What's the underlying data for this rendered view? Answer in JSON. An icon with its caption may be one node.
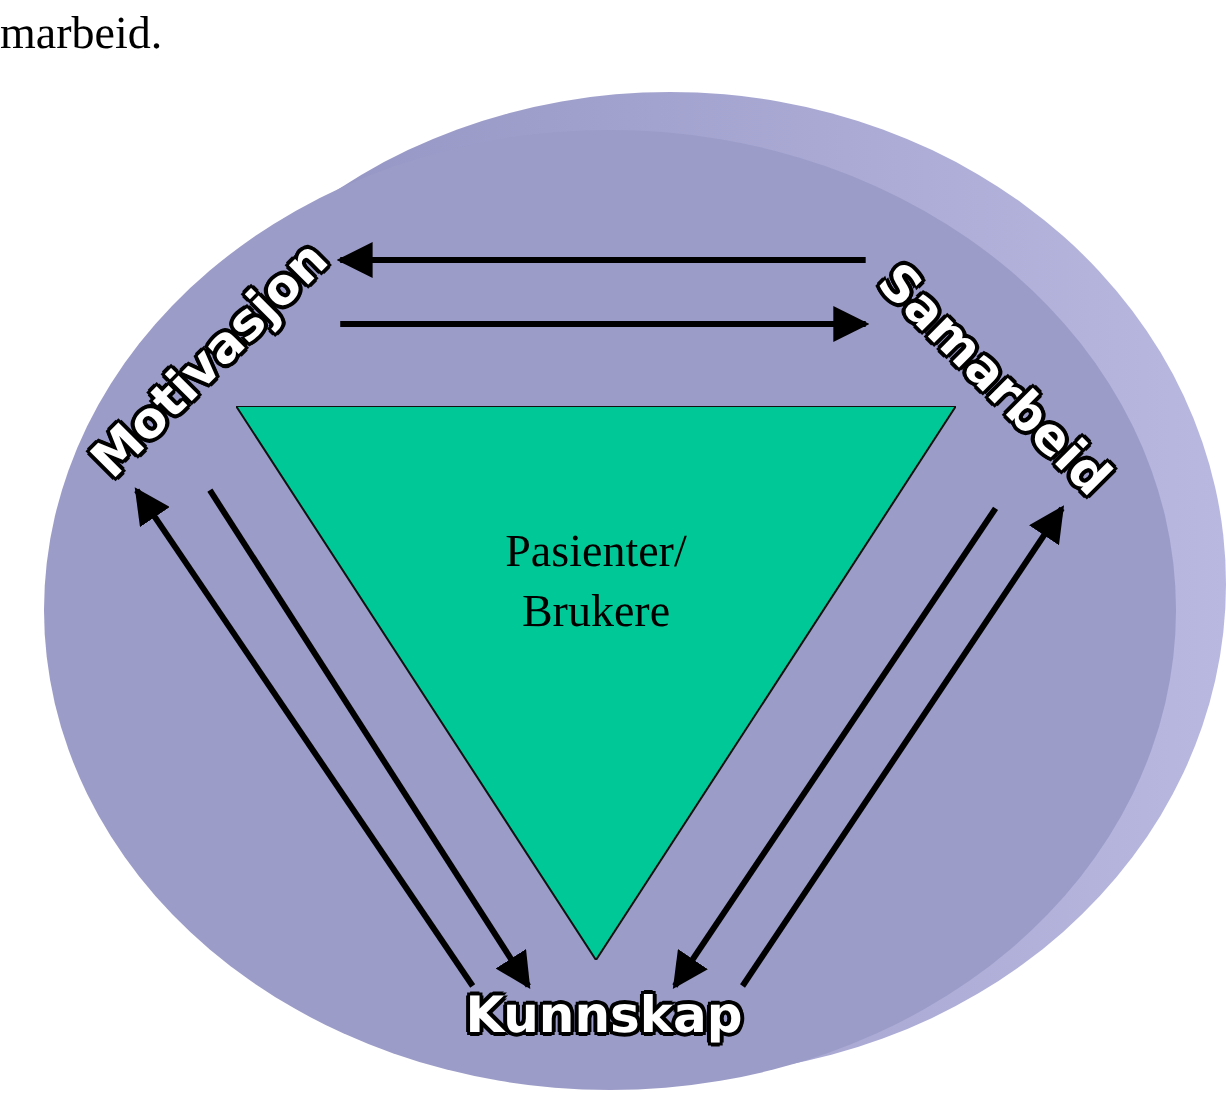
{
  "diagram": {
    "nodes": [
      {
        "text": [
          "Motivasjon"
        ]
      },
      {
        "text": [
          "Samarbeid"
        ]
      },
      {
        "text": [
          "Kunnskap"
        ]
      },
      {
        "text": [
          "Pasienter/ Brukere"
        ]
      }
    ],
    "edges": [
      {
        "from": 1,
        "to": 0,
        "arrow": "to"
      },
      {
        "from": 0,
        "to": 1,
        "arrow": "to"
      },
      {
        "from": 2,
        "to": 0,
        "arrow": "to"
      },
      {
        "from": 0,
        "to": 2,
        "arrow": "to"
      },
      {
        "from": 1,
        "to": 2,
        "arrow": "to"
      },
      {
        "from": 2,
        "to": 1,
        "arrow": "to"
      }
    ],
    "labels": [
      "marbeid."
    ]
  }
}
